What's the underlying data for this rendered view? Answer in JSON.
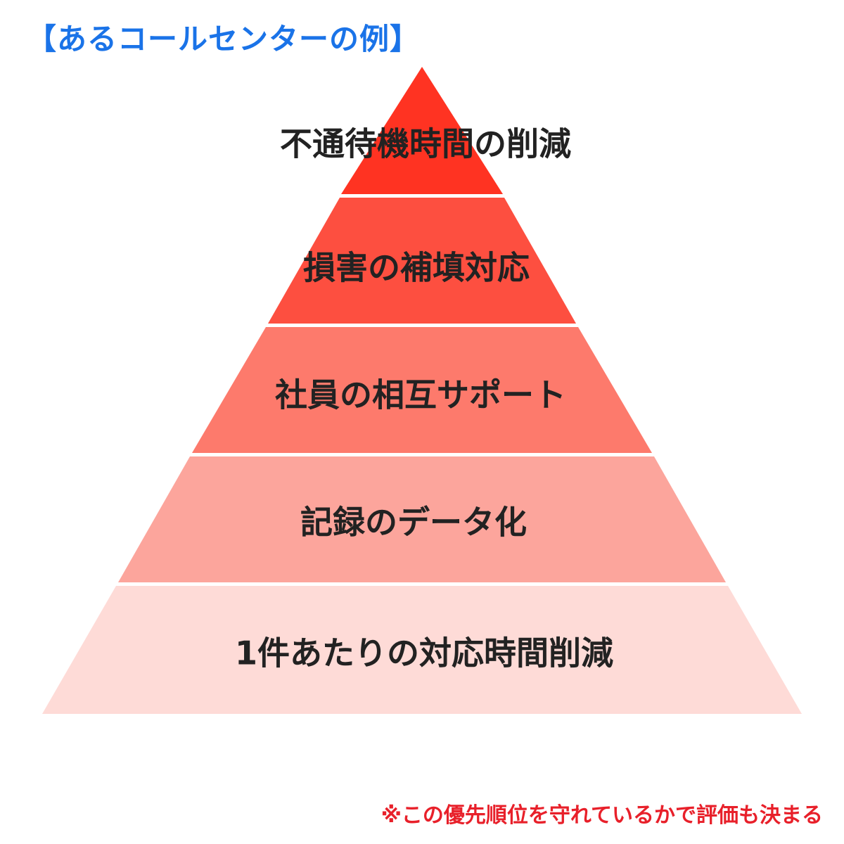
{
  "title": "【あるコールセンターの例】",
  "pyramid": {
    "levels": [
      {
        "label": "不通待機時間の削減",
        "color": "#ff3322"
      },
      {
        "label": "損害の補填対応",
        "color": "#fd4f40"
      },
      {
        "label": "社員の相互サポート",
        "color": "#fd7a6c"
      },
      {
        "label": "記録のデータ化",
        "color": "#fca59c"
      },
      {
        "label": "1件あたりの対応時間削減",
        "color": "#fedbd7"
      }
    ]
  },
  "footnote": "※この優先順位を守れているかで評価も決まる",
  "colors": {
    "title": "#1a73e8",
    "footnote": "#e8202a",
    "label": "#222222"
  }
}
